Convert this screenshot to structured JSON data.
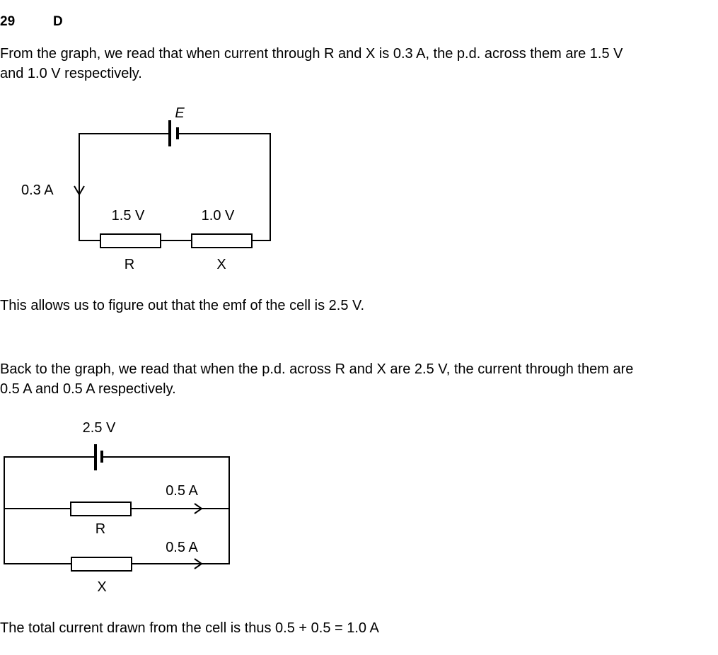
{
  "question": {
    "number": "29",
    "answer": "D"
  },
  "paragraphs": [
    "From the graph, we read that when current through R and X is 0.3 A, the p.d. across them are 1.5 V",
    "and 1.0 V respectively.",
    "This allows us to figure out that the emf of the cell is 2.5 V.",
    "Back to the graph, we read that when the p.d. across R and X are 2.5 V, the current through them are",
    "0.5 A and 0.5 A respectively.",
    "The total current drawn from the cell is thus 0.5 + 0.5 = 1.0 A"
  ],
  "circuit_series": {
    "cell_label": "E",
    "current": "0.3 A",
    "r_voltage": "1.5 V",
    "x_voltage": "1.0 V",
    "r_label": "R",
    "x_label": "X"
  },
  "circuit_parallel": {
    "cell_label": "2.5 V",
    "r_current": "0.5 A",
    "x_current": "0.5 A",
    "r_label": "R",
    "x_label": "X"
  }
}
